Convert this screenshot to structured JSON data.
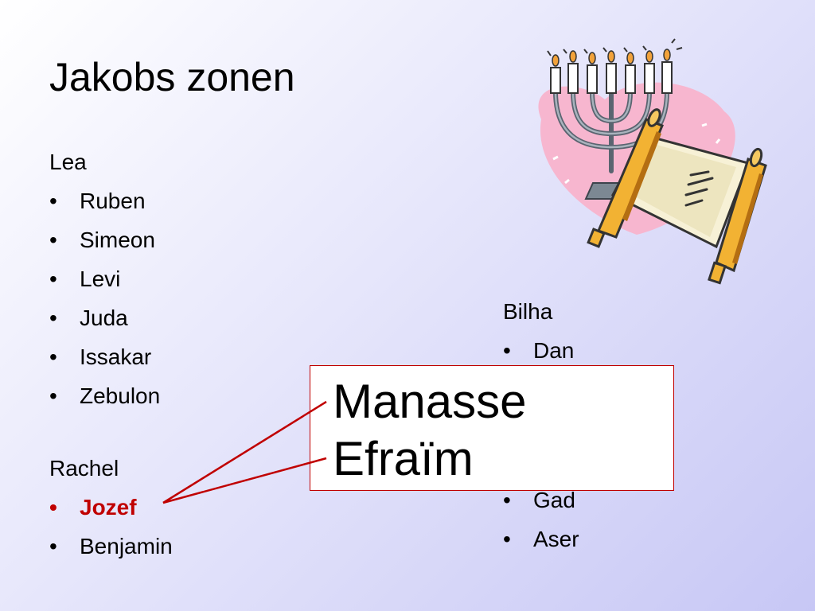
{
  "slide": {
    "title": "Jakobs zonen",
    "bullet_char": "•",
    "left_column": {
      "groups": [
        {
          "mother": "Lea",
          "sons": [
            "Ruben",
            "Simeon",
            "Levi",
            "Juda",
            "Issakar",
            "Zebulon"
          ]
        },
        {
          "mother": "Rachel",
          "sons": [
            "Jozef",
            "Benjamin"
          ],
          "highlighted_son": "Jozef"
        }
      ]
    },
    "right_column": {
      "mother": "Bilha",
      "visible_sons_top": [
        "Dan"
      ],
      "visible_sons_bottom": [
        "Gad",
        "Aser"
      ]
    },
    "callout": {
      "lines": [
        "Manasse",
        "Efraïm"
      ]
    },
    "colors": {
      "highlight": "#c00000",
      "connector": "#c00000",
      "callout_border": "#c00000"
    },
    "clipart": "menorah-and-torah-scroll"
  }
}
